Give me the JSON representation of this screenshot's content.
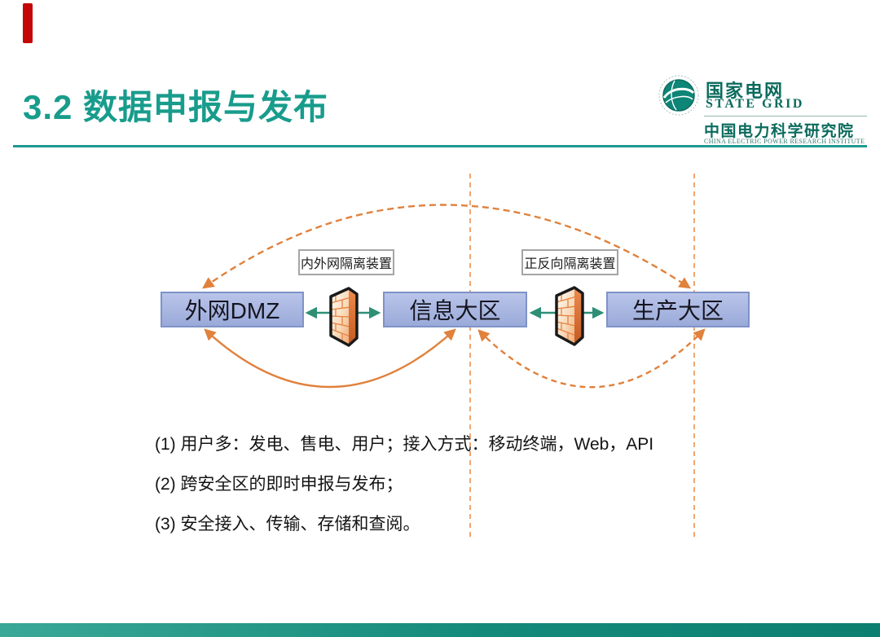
{
  "slide": {
    "title": "3.2 数据申报与发布",
    "logo": {
      "brand_cn": "国家电网",
      "brand_en": "STATE GRID",
      "org_cn": "中国电力科学研究院",
      "org_en": "CHINA ELECTRIC POWER RESEARCH INSTITUTE",
      "globe_icon": "state-grid-globe"
    },
    "diagram": {
      "zones": [
        {
          "label": "外网DMZ"
        },
        {
          "label": "信息大区"
        },
        {
          "label": "生产大区"
        }
      ],
      "devices": [
        {
          "label": "内外网隔离装置",
          "icon": "firewall-brick-wall"
        },
        {
          "label": "正反向隔离装置",
          "icon": "firewall-brick-wall"
        }
      ],
      "connections": [
        "外网DMZ ↔ 信息大区 (teal solid, through firewall)",
        "信息大区 ↔ 生产大区 (teal solid, through firewall)",
        "外网DMZ ↔ 生产大区 (orange dashed top arc)",
        "外网DMZ ↔ 信息大区 (orange solid bottom arc)",
        "信息大区 ↔ 生产大区 (orange dashed bottom arc)"
      ],
      "boundary_lines": "two vertical orange dashed security-boundary lines"
    },
    "notes": [
      "(1) 用户多：发电、售电、用户；接入方式：移动终端，Web，API",
      "(2) 跨安全区的即时申报与发布；",
      "(3) 安全接入、传输、存储和查阅。"
    ],
    "colors": {
      "accent_teal": "#189C8C",
      "brand_green": "#0B6B5D",
      "arrow_orange": "#E0813C",
      "dashed_orange_light": "#EE9C62",
      "zone_fill": "#A9B6E1",
      "zone_border": "#7F92C8",
      "teal_arrow": "#2E8F76",
      "footer_teal": "#148A7B",
      "red_accent": "#C40606"
    }
  }
}
